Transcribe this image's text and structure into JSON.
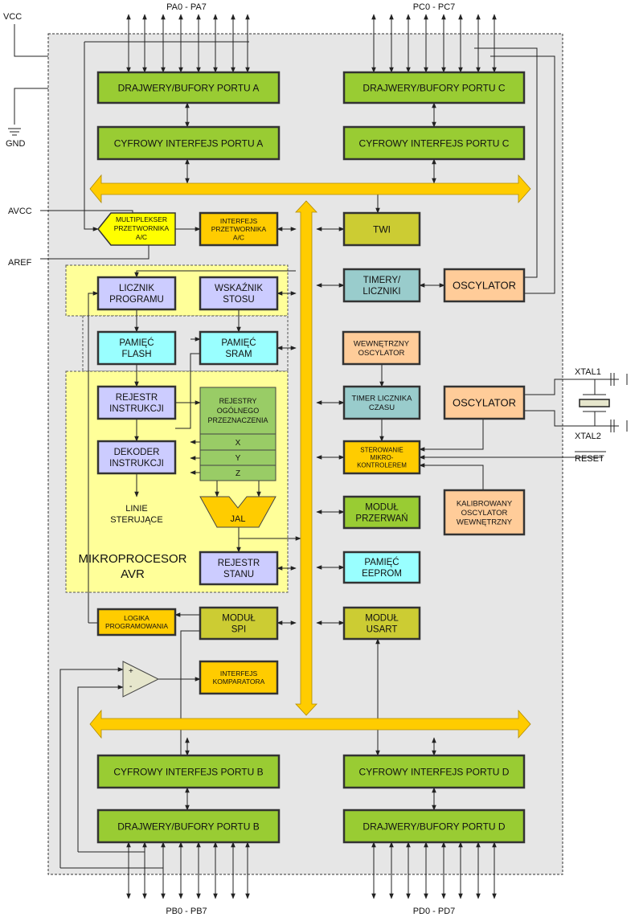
{
  "colors": {
    "background": "#e6e6e6",
    "cpu_region": "#ffff99",
    "bus": "#ffcc00",
    "green": "#99cc33",
    "registers_green": "#99cc66",
    "orange": "#ffcc00",
    "lavender": "#ccccff",
    "cyan": "#99ffff",
    "teal": "#99cccc",
    "peach": "#ffcc99",
    "olive": "#cccc33",
    "yellow": "#ffff00"
  },
  "pins": {
    "porta": "PA0 - PA7",
    "portc": "PC0 - PC7",
    "portb": "PB0 - PB7",
    "portd": "PD0 - PD7",
    "vcc": "VCC",
    "gnd": "GND",
    "avcc": "AVCC",
    "aref": "AREF",
    "xtal1": "XTAL1",
    "xtal2": "XTAL2",
    "reset": "RESET"
  },
  "blocks": [
    {
      "id": "porta-drivers",
      "lines": [
        "DRAJWERY/BUFORY PORTU A"
      ],
      "color": "#99cc33"
    },
    {
      "id": "porta-interface",
      "lines": [
        "CYFROWY INTERFEJS PORTU A"
      ],
      "color": "#99cc33"
    },
    {
      "id": "portc-drivers",
      "lines": [
        "DRAJWERY/BUFORY PORTU C"
      ],
      "color": "#99cc33"
    },
    {
      "id": "portc-interface",
      "lines": [
        "CYFROWY INTERFEJS PORTU C"
      ],
      "color": "#99cc33"
    },
    {
      "id": "adc-interface",
      "lines": [
        "INTERFEJS",
        "PRZETWORNIKA",
        "A/C"
      ],
      "color": "#ffcc00"
    },
    {
      "id": "twi",
      "lines": [
        "TWI"
      ],
      "color": "#cccc33"
    },
    {
      "id": "program-counter",
      "lines": [
        "LICZNIK",
        "PROGRAMU"
      ],
      "color": "#ccccff"
    },
    {
      "id": "stack-pointer",
      "lines": [
        "WSKAŹNIK",
        "STOSU"
      ],
      "color": "#ccccff"
    },
    {
      "id": "flash-memory",
      "lines": [
        "PAMIĘĆ",
        "FLASH"
      ],
      "color": "#99ffff"
    },
    {
      "id": "sram-memory",
      "lines": [
        "PAMIĘĆ",
        "SRAM"
      ],
      "color": "#99ffff"
    },
    {
      "id": "instruction-register",
      "lines": [
        "REJESTR",
        "INSTRUKCJI"
      ],
      "color": "#ccccff"
    },
    {
      "id": "instruction-decoder",
      "lines": [
        "DEKODER",
        "INSTRUKCJI"
      ],
      "color": "#ccccff"
    },
    {
      "id": "status-register",
      "lines": [
        "REJESTR",
        "STANU"
      ],
      "color": "#ccccff"
    },
    {
      "id": "timers-counters",
      "lines": [
        "TIMERY/",
        "LICZNIKI"
      ],
      "color": "#99cccc"
    },
    {
      "id": "oscillator-top",
      "lines": [
        "OSCYLATOR"
      ],
      "color": "#ffcc99"
    },
    {
      "id": "internal-oscillator",
      "lines": [
        "WEWNĘTRZNY",
        "OSCYLATOR"
      ],
      "color": "#ffcc99"
    },
    {
      "id": "watchdog-timer",
      "lines": [
        "TIMER LICZNIKA",
        "CZASU"
      ],
      "color": "#99cccc"
    },
    {
      "id": "oscillator-xtal",
      "lines": [
        "OSCYLATOR"
      ],
      "color": "#ffcc99"
    },
    {
      "id": "mcu-control",
      "lines": [
        "STEROWANIE",
        "MIKRO-",
        "KONTROLEREM"
      ],
      "color": "#ffcc00"
    },
    {
      "id": "calibrated-oscillator",
      "lines": [
        "KALIBROWANY",
        "OSCYLATOR",
        "WEWNĘTRZNY"
      ],
      "color": "#ffcc99"
    },
    {
      "id": "interrupt-unit",
      "lines": [
        "MODUŁ",
        "PRZERWAŃ"
      ],
      "color": "#99cc33"
    },
    {
      "id": "eeprom",
      "lines": [
        "PAMIĘĆ",
        "EEPROM"
      ],
      "color": "#99ffff"
    },
    {
      "id": "programming-logic",
      "lines": [
        "LOGIKA",
        "PROGRAMOWANIA"
      ],
      "color": "#ffcc00"
    },
    {
      "id": "spi",
      "lines": [
        "MODUŁ",
        "SPI"
      ],
      "color": "#cccc33"
    },
    {
      "id": "usart",
      "lines": [
        "MODUŁ",
        "USART"
      ],
      "color": "#cccc33"
    },
    {
      "id": "comparator-interface",
      "lines": [
        "INTERFEJS",
        "KOMPARATORA"
      ],
      "color": "#ffcc00"
    },
    {
      "id": "portb-interface",
      "lines": [
        "CYFROWY INTERFEJS PORTU B"
      ],
      "color": "#99cc33"
    },
    {
      "id": "portd-interface",
      "lines": [
        "CYFROWY INTERFEJS PORTU D"
      ],
      "color": "#99cc33"
    },
    {
      "id": "portb-drivers",
      "lines": [
        "DRAJWERY/BUFORY PORTU B"
      ],
      "color": "#99cc33"
    },
    {
      "id": "portd-drivers",
      "lines": [
        "DRAJWERY/BUFORY PORTU D"
      ],
      "color": "#99cc33"
    }
  ],
  "adc_mux": {
    "lines": [
      "MULTIPLEKSER",
      "PRZETWORNIKA",
      "A/C"
    ],
    "color": "#ffff00"
  },
  "registers": {
    "title": [
      "REJESTRY",
      "OGÓLNEGO",
      "PRZEZNACZENIA"
    ],
    "rows": [
      "X",
      "Y",
      "Z"
    ]
  },
  "alu": {
    "label": "JAL",
    "color": "#ffcc00"
  },
  "comparator": {
    "plus": "+",
    "minus": "-"
  },
  "cpu": {
    "title": [
      "MIKROPROCESOR",
      "AVR"
    ],
    "control_lines": [
      "LINIE",
      "STERUJĄCE"
    ]
  }
}
